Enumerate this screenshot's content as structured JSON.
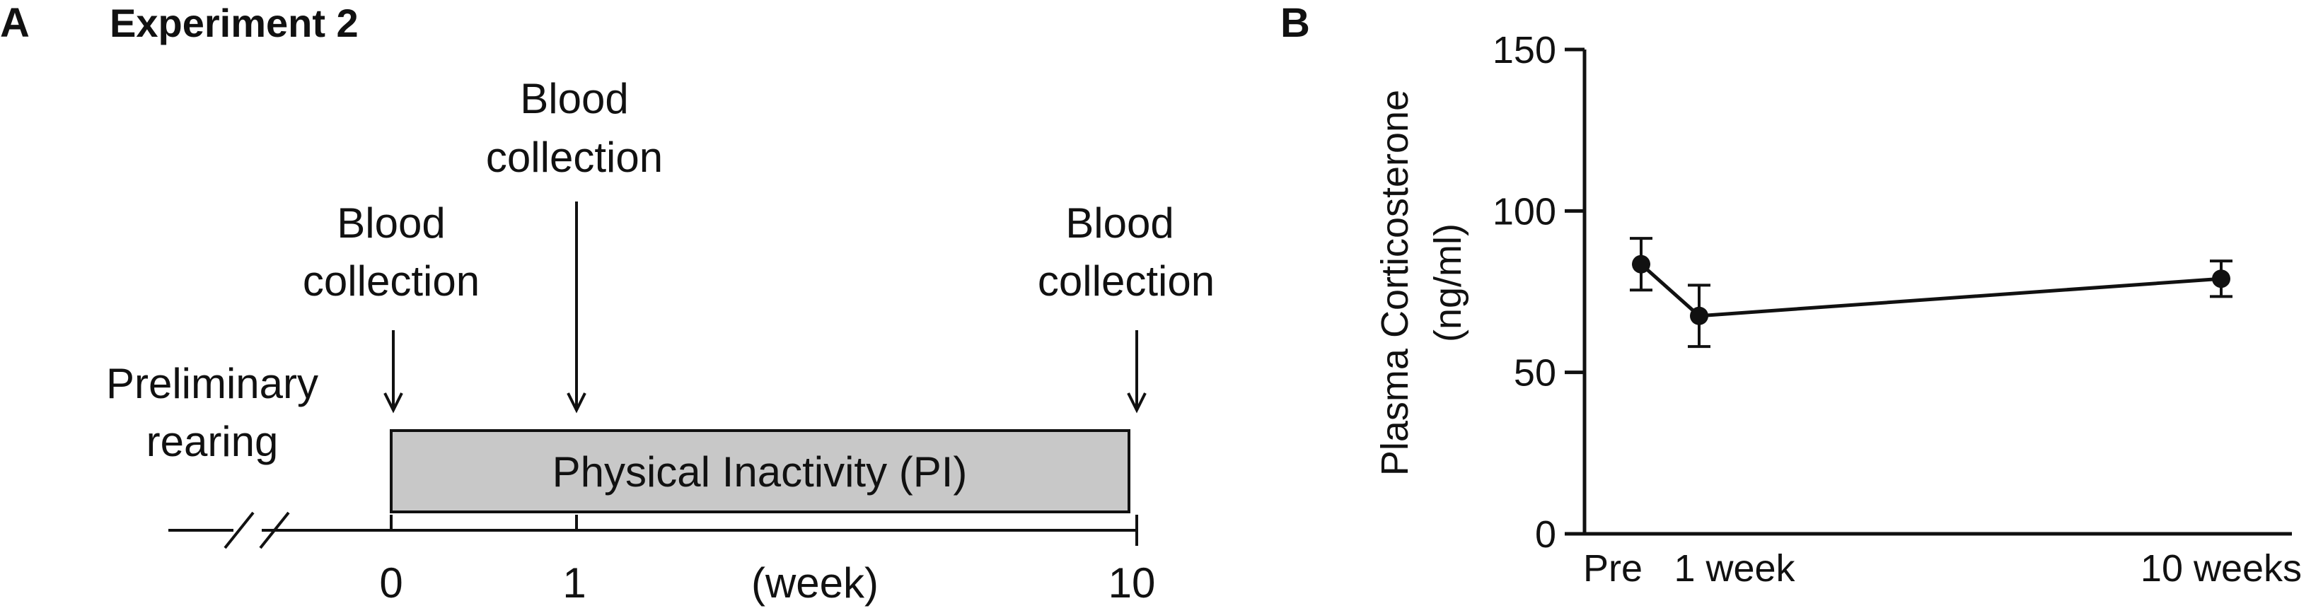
{
  "panel_a": {
    "letter": "A",
    "title": "Experiment 2",
    "collections": [
      {
        "line1": "Blood",
        "line2": "collection",
        "week": 0
      },
      {
        "line1": "Blood",
        "line2": "collection",
        "week": 1
      },
      {
        "line1": "Blood",
        "line2": "collection",
        "week": 10
      }
    ],
    "preliminary": {
      "line1": "Preliminary",
      "line2": "rearing"
    },
    "bar_label": "Physical Inactivity (PI)",
    "ticks": [
      "0",
      "1",
      "10"
    ],
    "unit": "(week)"
  },
  "panel_b": {
    "letter": "B"
  },
  "chart_data": {
    "type": "line",
    "categories": [
      "Pre",
      "1 week",
      "10 weeks"
    ],
    "x": [
      0,
      1,
      10
    ],
    "values": [
      83.5,
      67.5,
      79.0
    ],
    "error": [
      8.0,
      9.5,
      5.5
    ],
    "ylabel_line1": "Plasma Corticosterone",
    "ylabel_line2": "(ng/ml)",
    "ylim": [
      0,
      150
    ],
    "yticks": [
      0,
      50,
      100,
      150
    ],
    "grid": false,
    "colors": {
      "line": "#111111",
      "marker": "#111111"
    }
  }
}
